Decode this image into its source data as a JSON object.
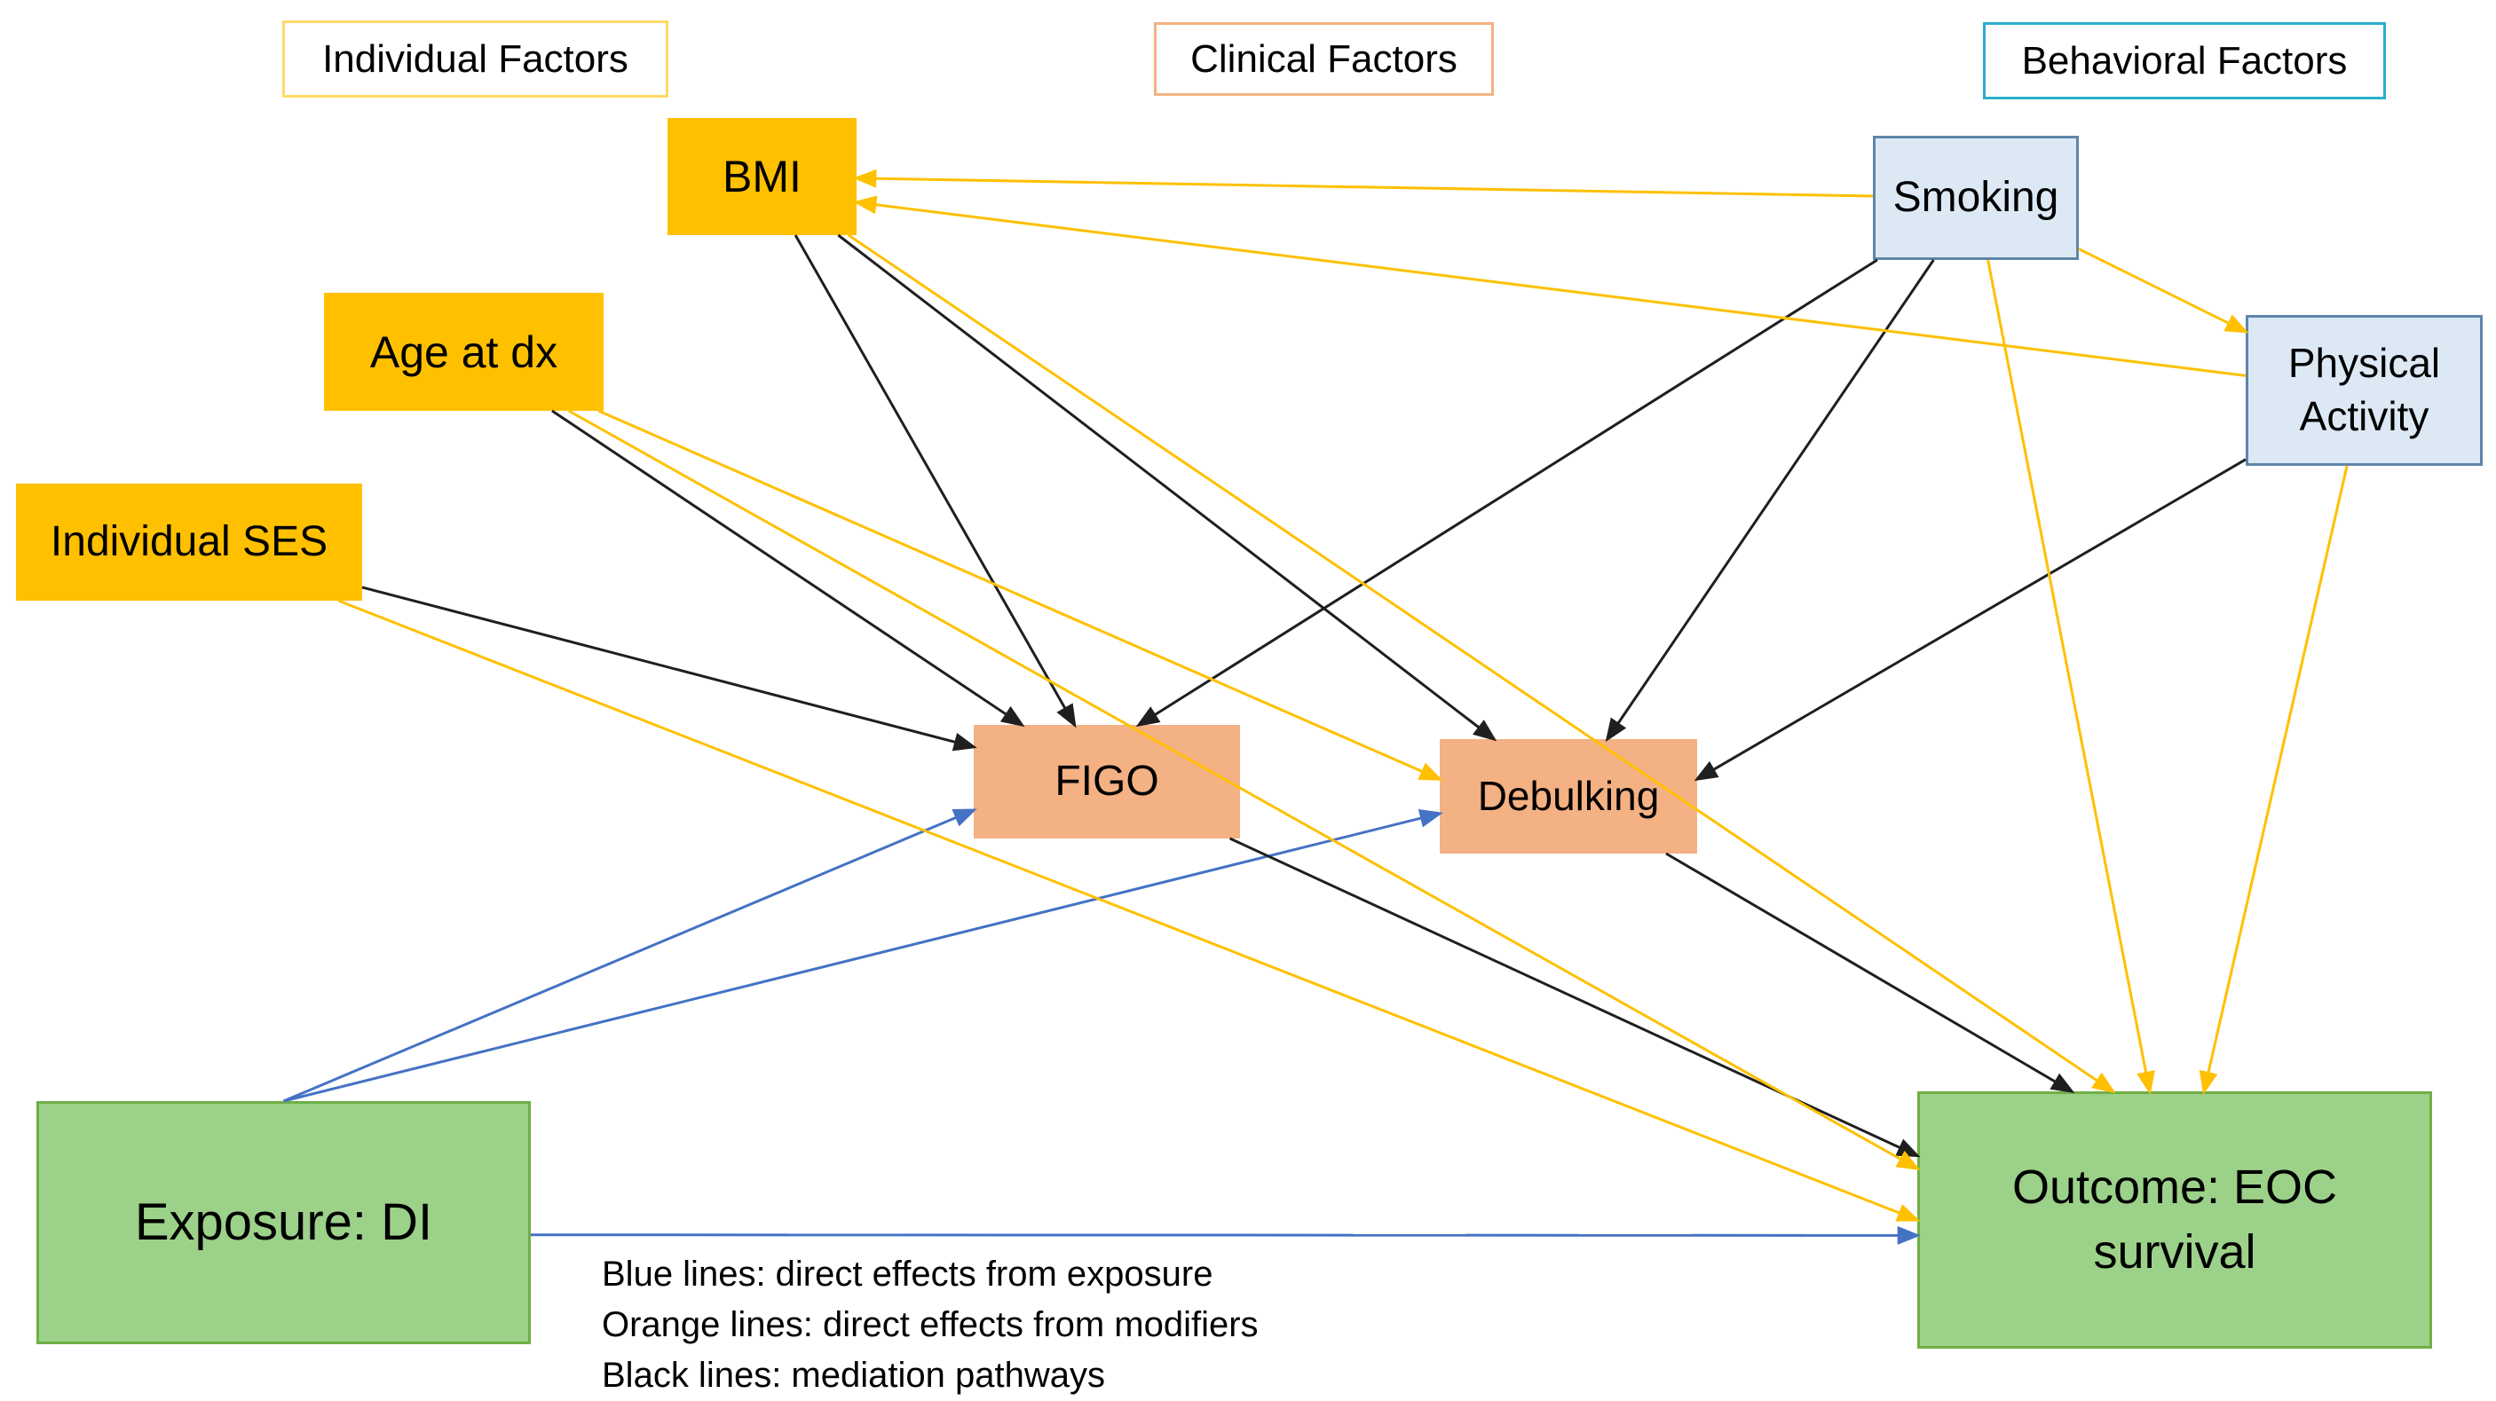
{
  "figure": {
    "headers": {
      "individual": {
        "label": "Individual Factors",
        "border_color": "#FFD966"
      },
      "clinical": {
        "label": "Clinical Factors",
        "border_color": "#F4B183"
      },
      "behavioral": {
        "label": "Behavioral Factors",
        "border_color": "#2BAECB"
      }
    },
    "nodes": {
      "bmi": {
        "label": "BMI"
      },
      "age": {
        "label": "Age at dx"
      },
      "ses": {
        "label": "Individual SES"
      },
      "smoking": {
        "label": "Smoking"
      },
      "pa": {
        "label": "Physical Activity"
      },
      "figo": {
        "label": "FIGO"
      },
      "debulking": {
        "label": "Debulking"
      },
      "exposure": {
        "label": "Exposure: DI"
      },
      "outcome": {
        "label": "Outcome: EOC survival"
      }
    },
    "palette": {
      "gold_fill": "#FFC000",
      "gold_border": "#FFD966",
      "salmon_fill": "#F4B183",
      "salmon_border": "#F4B183",
      "lightblue_fill": "#DCE9F5",
      "lightblue_border": "#5E86A8",
      "cyan_border": "#2BAECB",
      "green_fill": "#9CD189",
      "green_border": "#6FAF46"
    },
    "edge_types": {
      "exposure": {
        "color": "#4472C4",
        "legend_label": "Blue lines: direct effects from exposure"
      },
      "modifier": {
        "color": "#FFC000",
        "legend_label": "Orange lines:  direct effects from modifiers"
      },
      "mediation": {
        "color": "#1F1F1F",
        "legend_label": "Black lines:  mediation pathways"
      }
    },
    "edges": [
      {
        "from": "exposure",
        "to": "figo",
        "type": "exposure",
        "from_anchor": "top@0.5",
        "to_anchor": "left@0.75"
      },
      {
        "from": "exposure",
        "to": "debulking",
        "type": "exposure",
        "from_anchor": "top@0.5",
        "to_anchor": "left@0.65"
      },
      {
        "from": "exposure",
        "to": "outcome",
        "type": "exposure",
        "from_anchor": "right@0.55",
        "to_anchor": "left@0.56"
      },
      {
        "from": "bmi",
        "to": "figo",
        "type": "mediation"
      },
      {
        "from": "bmi",
        "to": "debulking",
        "type": "mediation"
      },
      {
        "from": "age",
        "to": "figo",
        "type": "mediation"
      },
      {
        "from": "ses",
        "to": "figo",
        "type": "mediation"
      },
      {
        "from": "smoking",
        "to": "figo",
        "type": "mediation",
        "to_anchor": "top@0.62"
      },
      {
        "from": "smoking",
        "to": "debulking",
        "type": "mediation"
      },
      {
        "from": "pa",
        "to": "debulking",
        "type": "mediation",
        "to_anchor": "right@0.35"
      },
      {
        "from": "figo",
        "to": "outcome",
        "type": "mediation",
        "to_anchor": "left@0.25"
      },
      {
        "from": "debulking",
        "to": "outcome",
        "type": "mediation",
        "to_anchor": "top@0.3"
      },
      {
        "from": "smoking",
        "to": "bmi",
        "type": "modifier"
      },
      {
        "from": "pa",
        "to": "bmi",
        "type": "modifier",
        "to_anchor": "right@0.72"
      },
      {
        "from": "smoking",
        "to": "pa",
        "type": "modifier"
      },
      {
        "from": "age",
        "to": "debulking",
        "type": "modifier",
        "to_anchor": "left@0.35"
      },
      {
        "from": "age",
        "to": "outcome",
        "type": "modifier",
        "to_anchor": "left@0.3"
      },
      {
        "from": "ses",
        "to": "outcome",
        "type": "modifier",
        "to_anchor": "left@0.5"
      },
      {
        "from": "bmi",
        "to": "outcome",
        "type": "modifier",
        "to_anchor": "top@0.38"
      },
      {
        "from": "smoking",
        "to": "outcome",
        "type": "modifier"
      },
      {
        "from": "pa",
        "to": "outcome",
        "type": "modifier"
      }
    ]
  }
}
